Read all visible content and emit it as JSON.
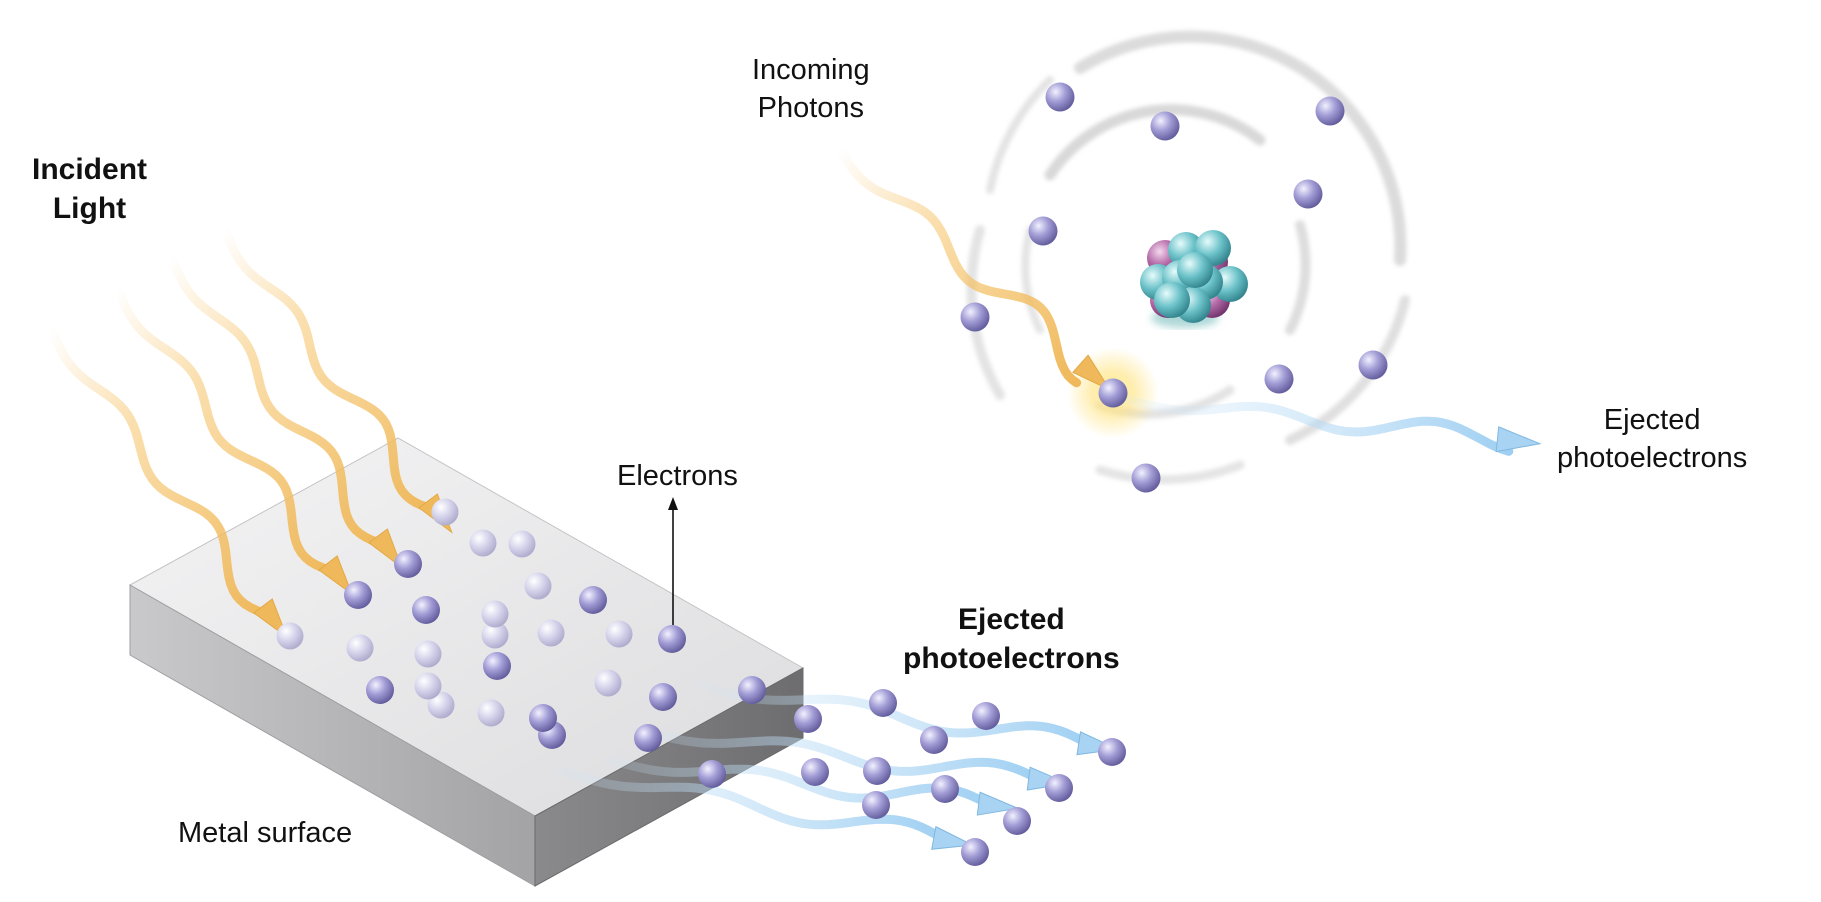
{
  "labels": {
    "incident_light": [
      "Incident",
      "Light"
    ],
    "incoming_photons": [
      "Incoming",
      "Photons"
    ],
    "electrons": "Electrons",
    "ejected_atom": [
      "Ejected",
      "photoelectrons"
    ],
    "ejected_surface": [
      "Ejected",
      "photoelectrons"
    ],
    "metal_surface": "Metal surface"
  },
  "colors": {
    "photon_arrow": "#f2c36a",
    "photoelectron_arrow": "#a9d3f2",
    "electron": "#8e87c6",
    "proton": "#a4589b",
    "neutron": "#4fb3bb",
    "metal_top": "#e8e8ea",
    "metal_side": "#9a9a9c"
  },
  "icons": [
    "electron-sphere-icon",
    "nucleus-icon",
    "photon-wave-arrow-icon",
    "photoelectron-wave-arrow-icon",
    "pointer-arrow-icon"
  ]
}
